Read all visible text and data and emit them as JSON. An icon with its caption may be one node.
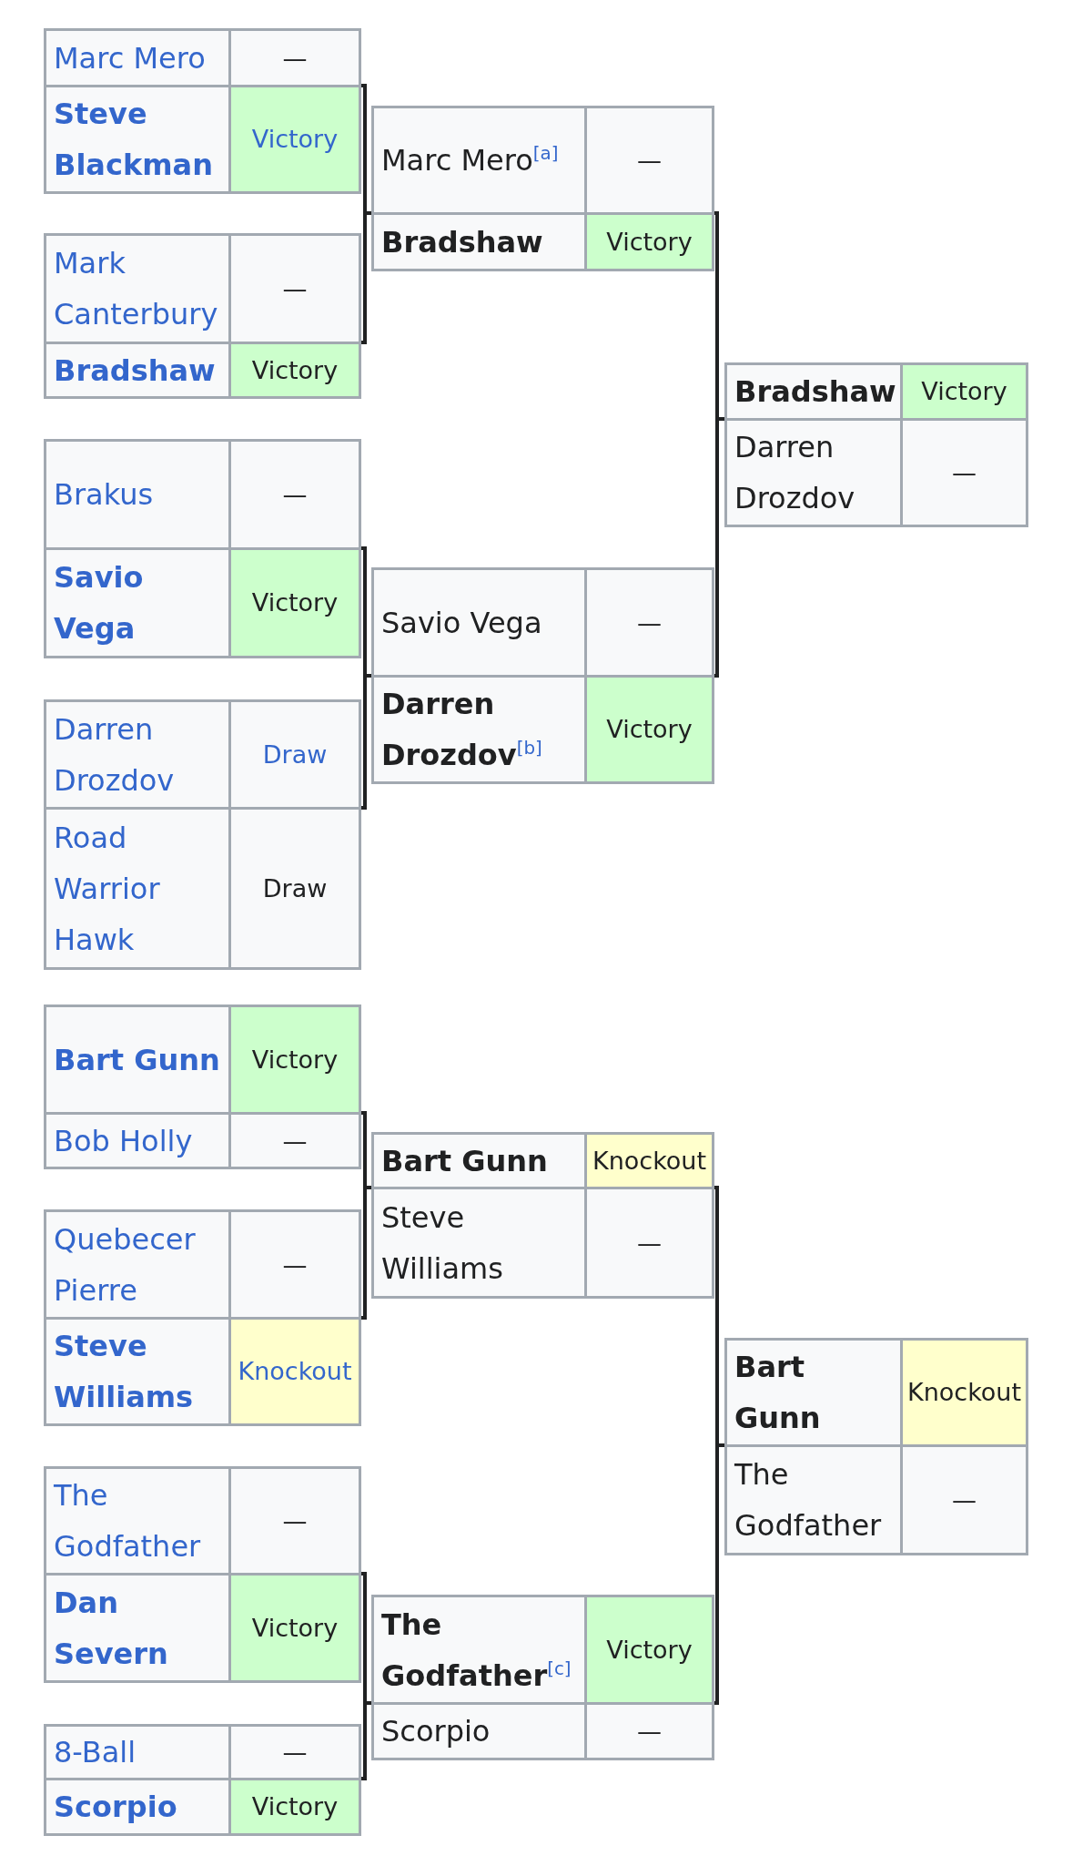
{
  "diagram": {
    "nodes": [
      {
        "text": [
          "Marc Mero",
          "—",
          "Steve Blackman",
          "Victory"
        ]
      },
      {
        "text": [
          "Mark Canterbury",
          "—",
          "Bradshaw",
          "Victory"
        ]
      },
      {
        "text": [
          "Brakus",
          "—",
          "Savio Vega",
          "Victory"
        ]
      },
      {
        "text": [
          "Darren Drozdov",
          "Draw",
          "Road Warrior Hawk",
          "Draw"
        ]
      },
      {
        "text": [
          "Bart Gunn",
          "Victory",
          "Bob Holly",
          "—"
        ]
      },
      {
        "text": [
          "Quebecer Pierre",
          "—",
          "Steve Williams",
          "Knockout"
        ]
      },
      {
        "text": [
          "The Godfather",
          "—",
          "Dan Severn",
          "Victory"
        ]
      },
      {
        "text": [
          "8-Ball",
          "—",
          "Scorpio",
          "Victory"
        ]
      },
      {
        "text": [
          "Marc Mero$^{[a]}$",
          "—",
          "Bradshaw",
          "Victory"
        ]
      },
      {
        "text": [
          "Savio Vega",
          "—",
          "Darren Drozdov$^{[b]}$",
          "Victory"
        ]
      },
      {
        "text": [
          "Bart Gunn",
          "Knockout",
          "Steve Williams",
          "—"
        ]
      },
      {
        "text": [
          "The Godfather$^{[c]}$",
          "Victory",
          "Scorpio",
          "—"
        ]
      },
      {
        "text": [
          "Bradshaw",
          "Victory",
          "Darren Drozdov",
          "—"
        ]
      },
      {
        "text": [
          "Bart Gunn",
          "Knockout",
          "The Godfather",
          "—"
        ]
      }
    ],
    "edges": [
      {
        "from": 0,
        "to": 8,
        "arrow": "none"
      },
      {
        "from": 1,
        "to": 8,
        "arrow": "none"
      },
      {
        "from": 2,
        "to": 9,
        "arrow": "none"
      },
      {
        "from": 3,
        "to": 9,
        "arrow": "none"
      },
      {
        "from": 4,
        "to": 10,
        "arrow": "none"
      },
      {
        "from": 5,
        "to": 10,
        "arrow": "none"
      },
      {
        "from": 6,
        "to": 11,
        "arrow": "none"
      },
      {
        "from": 7,
        "to": 11,
        "arrow": "none"
      },
      {
        "from": 8,
        "to": 12,
        "arrow": "none"
      },
      {
        "from": 9,
        "to": 12,
        "arrow": "none"
      },
      {
        "from": 10,
        "to": 13,
        "arrow": "none"
      },
      {
        "from": 11,
        "to": 13,
        "arrow": "none"
      }
    ]
  }
}
